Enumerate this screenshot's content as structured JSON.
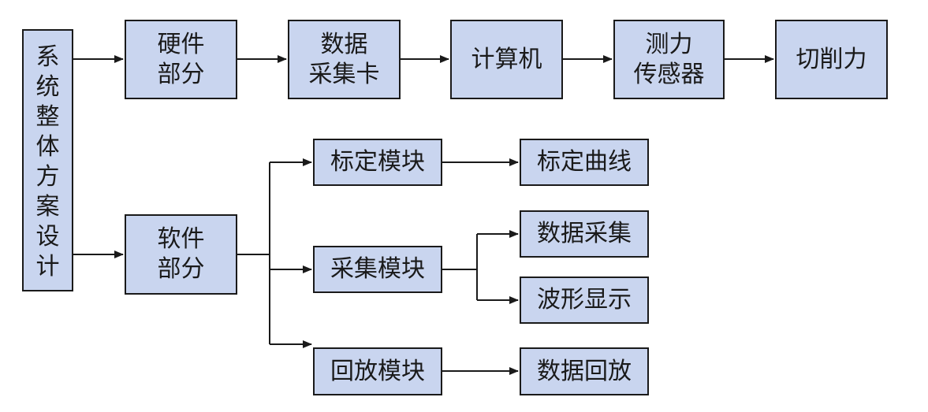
{
  "nodes": {
    "system": "系\n统\n整\n体\n方\n案\n设\n计",
    "hardware": "硬件\n部分",
    "daq_card": "数据\n采集卡",
    "computer": "计算机",
    "force_sensor": "测力\n传感器",
    "cutting_force": "切削力",
    "software": "软件\n部分",
    "calibration_module": "标定模块",
    "acquisition_module": "采集模块",
    "playback_module": "回放模块",
    "calibration_curve": "标定曲线",
    "data_acquisition": "数据采集",
    "waveform_display": "波形显示",
    "data_playback": "数据回放"
  },
  "colors": {
    "box_fill": "#c9d5ef",
    "stroke": "#1a1a1a"
  }
}
